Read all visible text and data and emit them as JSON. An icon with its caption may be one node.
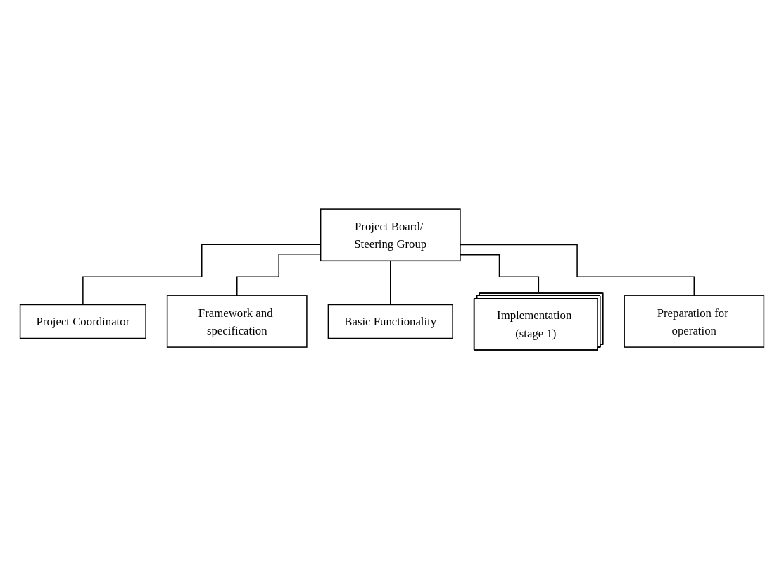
{
  "diagram": {
    "nodes": [
      {
        "text": [
          "Project Board/ Steering Group"
        ]
      },
      {
        "text": [
          "Project Coordinator"
        ]
      },
      {
        "text": [
          "Framework and specification"
        ]
      },
      {
        "text": [
          "Basic Functionality"
        ]
      },
      {
        "text": [
          "Implementation (stage 1)"
        ]
      },
      {
        "text": [
          "Preparation for operation"
        ]
      }
    ],
    "edges": [
      {
        "from": 0,
        "to": 1,
        "arrow": "none"
      },
      {
        "from": 0,
        "to": 2,
        "arrow": "none"
      },
      {
        "from": 0,
        "to": 3,
        "arrow": "none"
      },
      {
        "from": 0,
        "to": 4,
        "arrow": "none"
      },
      {
        "from": 0,
        "to": 5,
        "arrow": "none"
      }
    ]
  }
}
